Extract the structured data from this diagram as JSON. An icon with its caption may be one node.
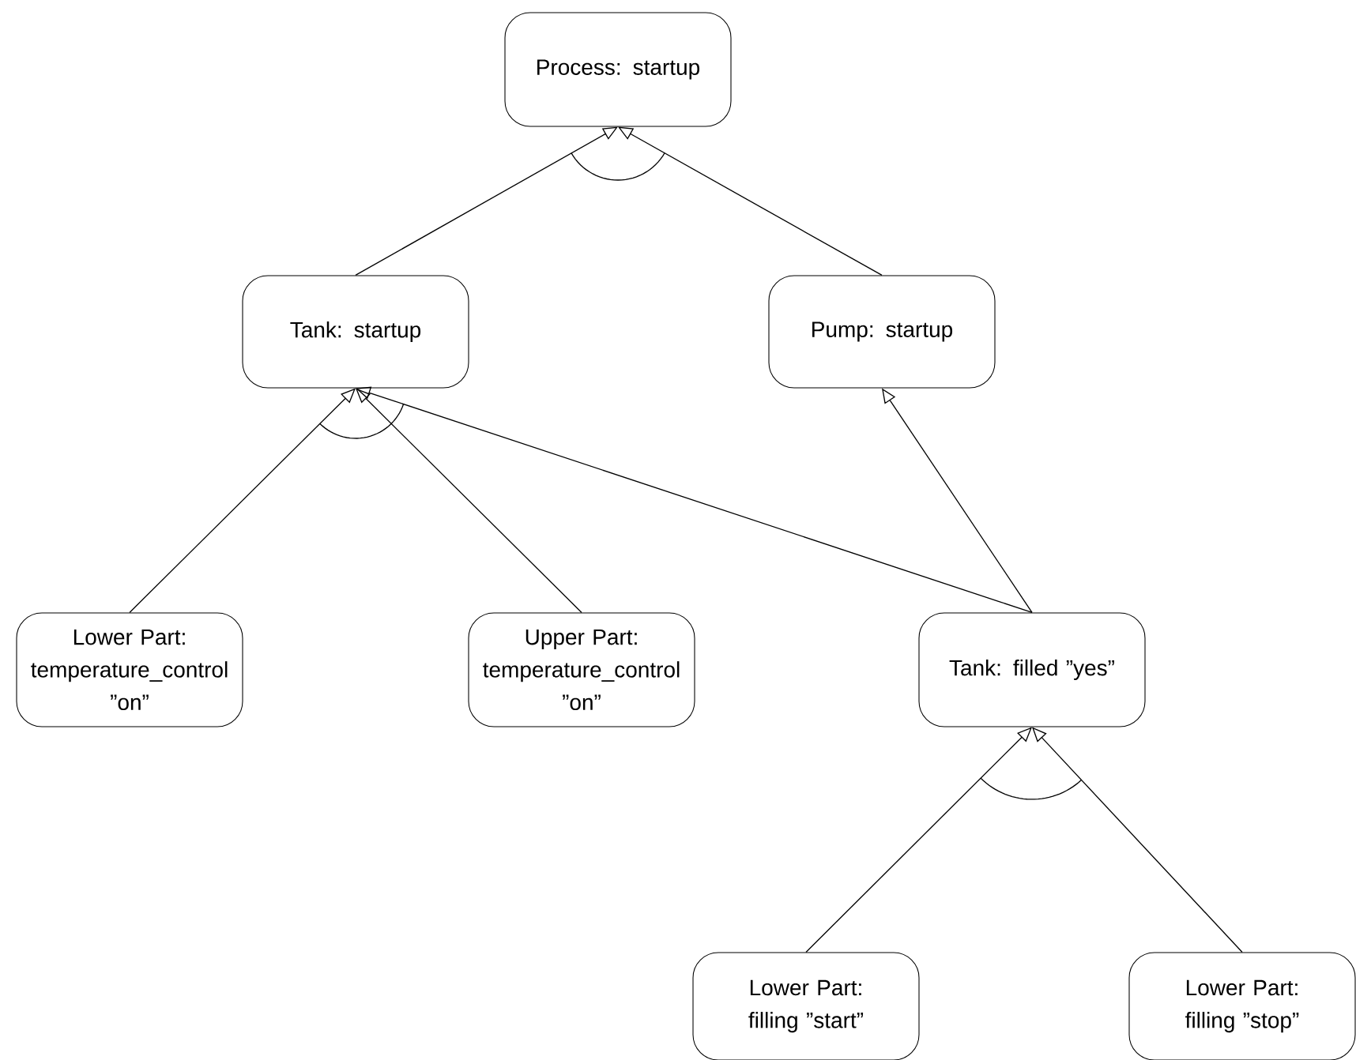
{
  "diagram": {
    "nodes": [
      {
        "text": [
          "Process: startup"
        ]
      },
      {
        "text": [
          "Tank: startup"
        ]
      },
      {
        "text": [
          "Pump: startup"
        ]
      },
      {
        "text": [
          "Lower Part: temperature_control ”on”"
        ]
      },
      {
        "text": [
          "Upper Part: temperature_control ”on”"
        ]
      },
      {
        "text": [
          "Tank: filled ”yes”"
        ]
      },
      {
        "text": [
          "Lower Part: filling ”start”"
        ]
      },
      {
        "text": [
          "Lower Part: filling ”stop”"
        ]
      }
    ],
    "edges": [
      {
        "from": 1,
        "to": 0,
        "arrow": "to"
      },
      {
        "from": 2,
        "to": 0,
        "arrow": "to"
      },
      {
        "from": 3,
        "to": 1,
        "arrow": "to"
      },
      {
        "from": 4,
        "to": 1,
        "arrow": "to"
      },
      {
        "from": 5,
        "to": 1,
        "arrow": "to"
      },
      {
        "from": 5,
        "to": 2,
        "arrow": "to"
      },
      {
        "from": 6,
        "to": 5,
        "arrow": "to"
      },
      {
        "from": 7,
        "to": 5,
        "arrow": "to"
      }
    ]
  }
}
